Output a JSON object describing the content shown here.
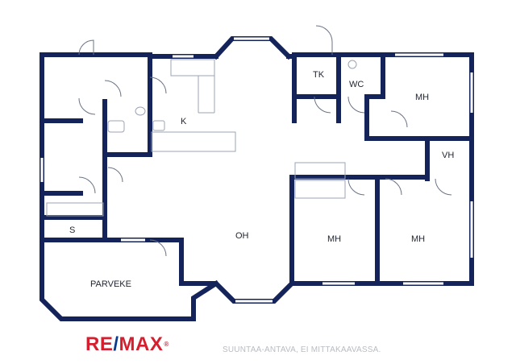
{
  "rooms": {
    "tk": "TK",
    "wc": "WC",
    "mh_top": "MH",
    "k": "K",
    "vh": "VH",
    "oh": "OH",
    "mh_mid": "MH",
    "mh_right": "MH",
    "s": "S",
    "parveke": "PARVEKE"
  },
  "footer": {
    "logo_re": "RE",
    "logo_slash": "/",
    "logo_max": "MAX",
    "logo_reg": "®",
    "note": "SUUNTAA-ANTAVA, EI MITTAKAAVASSA."
  },
  "colors": {
    "wall": "#14245a",
    "brand_red": "#d51f2f",
    "brand_blue": "#0a3a8c",
    "note_gray": "#b9bcc2"
  }
}
